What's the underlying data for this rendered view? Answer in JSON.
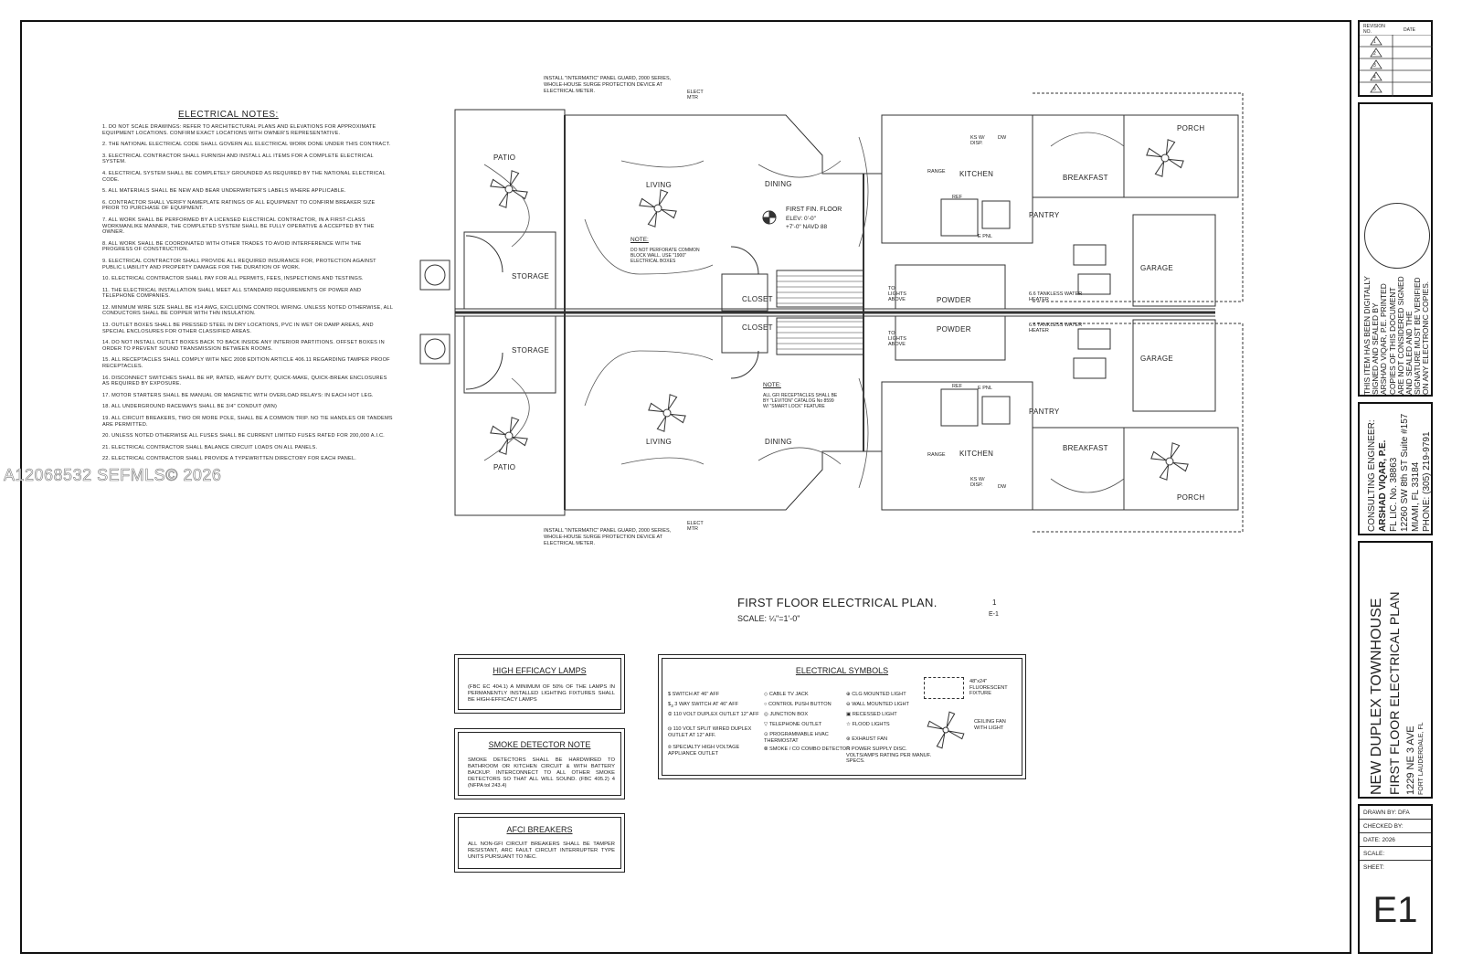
{
  "notes": {
    "title": "ELECTRICAL NOTES:",
    "items": [
      "1. DO NOT SCALE DRAWINGS: REFER TO ARCHITECTURAL PLANS AND ELEVATIONS FOR APPROXIMATE EQUIPMENT LOCATIONS. CONFIRM EXACT LOCATIONS WITH OWNER'S REPRESENTATIVE.",
      "2. THE NATIONAL ELECTRICAL CODE SHALL GOVERN ALL ELECTRICAL WORK DONE UNDER THIS CONTRACT.",
      "3. ELECTRICAL CONTRACTOR SHALL FURNISH AND INSTALL ALL ITEMS FOR A COMPLETE ELECTRICAL SYSTEM.",
      "4. ELECTRICAL SYSTEM SHALL BE COMPLETELY GROUNDED AS REQUIRED BY THE NATIONAL ELECTRICAL CODE.",
      "5. ALL MATERIALS SHALL BE NEW AND BEAR UNDERWRITER'S LABELS WHERE APPLICABLE.",
      "6. CONTRACTOR SHALL VERIFY NAMEPLATE RATINGS OF ALL EQUIPMENT TO CONFIRM BREAKER SIZE PRIOR TO PURCHASE OF EQUIPMENT.",
      "7. ALL WORK SHALL BE PERFORMED BY A LICENSED ELECTRICAL CONTRACTOR, IN A FIRST-CLASS WORKMANLIKE MANNER, THE COMPLETED SYSTEM SHALL BE FULLY OPERATIVE & ACCEPTED BY THE OWNER.",
      "8. ALL WORK SHALL BE COORDINATED WITH OTHER TRADES TO AVOID INTERFERENCE WITH THE PROGRESS OF CONSTRUCTION.",
      "9. ELECTRICAL CONTRACTOR SHALL PROVIDE ALL REQUIRED INSURANCE FOR, PROTECTION AGAINST PUBLIC LIABILITY AND PROPERTY DAMAGE FOR THE DURATION OF WORK.",
      "10. ELECTRICAL CONTRACTOR SHALL PAY FOR ALL PERMITS, FEES, INSPECTIONS AND TESTINGS.",
      "11. THE ELECTRICAL INSTALLATION SHALL MEET ALL STANDARD REQUIREMENTS OF POWER AND TELEPHONE COMPANIES.",
      "12. MINIMUM WIRE SIZE SHALL BE #14 AWG, EXCLUDING CONTROL WIRING. UNLESS NOTED OTHERWISE, ALL CONDUCTORS SHALL BE COPPER WITH THN INSULATION.",
      "13. OUTLET BOXES SHALL BE PRESSED STEEL IN DRY LOCATIONS, PVC IN WET OR DAMP AREAS, AND SPECIAL ENCLOSURES FOR OTHER CLASSIFIED AREAS.",
      "14. DO NOT INSTALL OUTLET BOXES BACK TO BACK INSIDE ANY INTERIOR PARTITIONS. OFFSET BOXES IN ORDER TO PREVENT SOUND TRANSMISSION BETWEEN ROOMS.",
      "15. ALL RECEPTACLES SHALL COMPLY WITH NEC 2008 EDITION ARTICLE 406.11 REGARDING TAMPER PROOF RECEPTACLES.",
      "16. DISCONNECT SWITCHES SHALL BE HP, RATED, HEAVY DUTY, QUICK-MAKE, QUICK-BREAK ENCLOSURES AS REQUIRED BY EXPOSURE.",
      "17. MOTOR STARTERS SHALL BE MANUAL OR MAGNETIC WITH OVERLOAD RELAYS: IN EACH HOT LEG.",
      "18. ALL UNDERGROUND RACEWAYS SHALL BE 3/4\" CONDUIT (MIN)",
      "19. ALL CIRCUIT BREAKERS, TWO OR MORE POLE, SHALL BE A COMMON TRIP. NO TIE HANDLES OR TANDEMS ARE PERMITTED.",
      "20. UNLESS NOTED OTHERWISE ALL FUSES SHALL BE CURRENT LIMITED FUSES RATED FOR 200,000 A.I.C.",
      "21. ELECTRICAL CONTRACTOR SHALL BALANCE CIRCUIT LOADS ON ALL PANELS.",
      "22. ELECTRICAL CONTRACTOR SHALL PROVIDE A TYPEWRITTEN DIRECTORY FOR EACH PANEL."
    ]
  },
  "plan": {
    "title": "FIRST FLOOR ELECTRICAL PLAN.",
    "scale": "SCALE: ¼\"=1'-0\"",
    "detail_number": "1",
    "detail_sheet": "E-1",
    "panel_note": "INSTALL \"INTERMATIC\" PANEL GUARD, 2000 SERIES, WHOLE-HOUSE SURGE PROTECTION DEVICE AT ELECTRICAL METER.",
    "meter": "ELECT MTR",
    "floor_label": "FIRST FIN. FLOOR",
    "floor_elev": "ELEV: 0'-0\"",
    "floor_navd": "+7'-0\" NAVD 88",
    "note1_title": "NOTE:",
    "note1_text": "DO NOT PERFORATE COMMON BLOCK WALL. USE \"1900\" ELECTRICAL BOXES",
    "note2_title": "NOTE:",
    "note2_text": "ALL GFI RECEPTACLES SHALL BE BY \"LEVITON\" CATALOG No 8599 W/ \"SMART LOCK\" FEATURE",
    "rooms": {
      "patio": "PATIO",
      "living": "LIVING",
      "dining": "DINING",
      "storage": "STORAGE",
      "closet": "CLOSET",
      "powder": "POWDER",
      "kitchen": "KITCHEN",
      "breakfast": "BREAKFAST",
      "porch": "PORCH",
      "pantry": "PANTRY",
      "garage": "GARAGE",
      "ref": "REF",
      "range": "RANGE",
      "ks": "KS W/ DISP.",
      "dw": "DW",
      "heater": "6.6 TANKLESS WATER HEATER",
      "epnl": "E PNL",
      "lights": "TO LIGHTS ABOVE"
    }
  },
  "lamps": {
    "title": "HIGH EFFICACY LAMPS",
    "text": "(FBC EC 404.1) A MINIMUM OF 50% OF THE LAMPS IN PERMANENTLY INSTALLED LIGHTING FIXTURES SHALL BE HIGH-EFFICACY LAMPS"
  },
  "smoke": {
    "title": "SMOKE DETECTOR NOTE",
    "text": "SMOKE DETECTORS SHALL BE HARDWIRED TO BATHROOM OR KITCHEN CIRCUIT & WITH BATTERY BACKUP. INTERCONNECT TO ALL OTHER SMOKE DETECTORS SO THAT ALL WILL SOUND. (FBC 405.2) 4 (NFPA tol 243.4)"
  },
  "afci": {
    "title": "AFCI BREAKERS",
    "text": "ALL NON-GFI CIRCUIT BREAKERS SHALL BE TAMPER RESISTANT, ARC FAULT CIRCUIT INTERRUPTER TYPE UNITS PURSUANT TO NEC."
  },
  "symbols": {
    "title": "ELECTRICAL SYMBOLS",
    "col1": [
      "SWITCH AT 46\" AFF",
      "3 WAY SWITCH AT 46\" AFF",
      "110 VOLT DUPLEX OUTLET 12\" AFF",
      "110 VOLT SPLIT WIRED DUPLEX OUTLET AT 12\" AFF.",
      "SPECIALTY HIGH VOLTAGE APPLIANCE OUTLET"
    ],
    "col2": [
      "CABLE TV JACK",
      "CONTROL PUSH BUTTON",
      "JUNCTION BOX",
      "TELEPHONE OUTLET",
      "PROGRAMMABLE HVAC THERMOSTAT",
      "SMOKE / CO COMBO DETECTOR"
    ],
    "col3": [
      "CLG MOUNTED LIGHT",
      "WALL MOUNTED LIGHT",
      "RECESSED LIGHT",
      "FLOOD LIGHTS",
      "EXHAUST FAN",
      "POWER SUPPLY DISC. VOLTS/AMPS RATING PER MANUF. SPECS."
    ],
    "col4": [
      "48\"x24\" FLUORESCENT FIXTURE",
      "CEILING FAN WITH LIGHT"
    ]
  },
  "titleblock": {
    "revision_header": "REVISION NO.",
    "date_header": "DATE",
    "revisions": [
      "1",
      "2",
      "3",
      "4",
      "5"
    ],
    "seal_text": "THIS ITEM HAS BEEN DIGITALLY SIGNED AND SEALED BY ARSHAD VIQAR, P.E. PRINTED COPIES OF THIS DOCUMENT ARE NOT CONSIDERED SIGNED AND SEALED AND THE SIGNATURE MUST BE VERIFIED ON ANY ELECTRONIC COPIES.",
    "engineer_role": "CONSULTING ENGINEER:",
    "engineer_name": "ARSHAD VIQAR, P.E.",
    "license": "FL LIC. No. 38863",
    "address1": "12260 SW 8th ST Suite #157",
    "address2": "MIAMI, FL 33184",
    "phone": "PHONE: (305) 219-9791",
    "project1": "NEW DUPLEX TOWNHOUSE",
    "project2": "FIRST FLOOR ELECTRICAL PLAN",
    "project_addr": "1229 NE 3 AVE",
    "project_city": "FORT LAUDERDALE, FL",
    "drawn_by": "DRAWN BY: DFA",
    "checked_by": "CHECKED BY:",
    "date": "DATE:  2026",
    "scale": "SCALE:",
    "sheet": "SHEET:",
    "sheet_no": "E1"
  },
  "watermark": "A12068532  SEFMLS© 2026"
}
